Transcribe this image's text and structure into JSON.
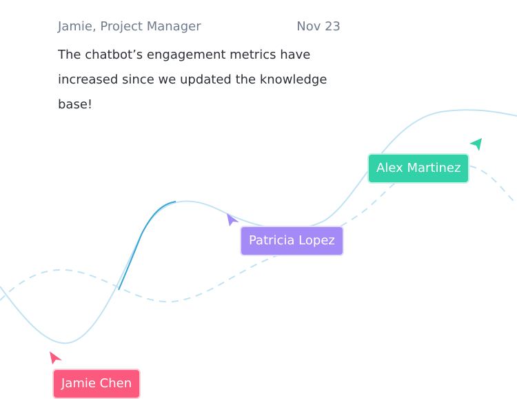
{
  "comment": {
    "author": "Jamie, Project Manager",
    "date": "Nov 23",
    "text": "The chatbot’s engagement metrics have increased since we updated the knowledge base!"
  },
  "cursors": [
    {
      "name": "Alex Martinez",
      "color": "#33d1a7"
    },
    {
      "name": "Patricia Lopez",
      "color": "#a48af6"
    },
    {
      "name": "Jamie Chen",
      "color": "#fb5a7e"
    }
  ],
  "colors": {
    "wave_light": "#bfe3f5",
    "wave_accent": "#3aa3d6"
  }
}
